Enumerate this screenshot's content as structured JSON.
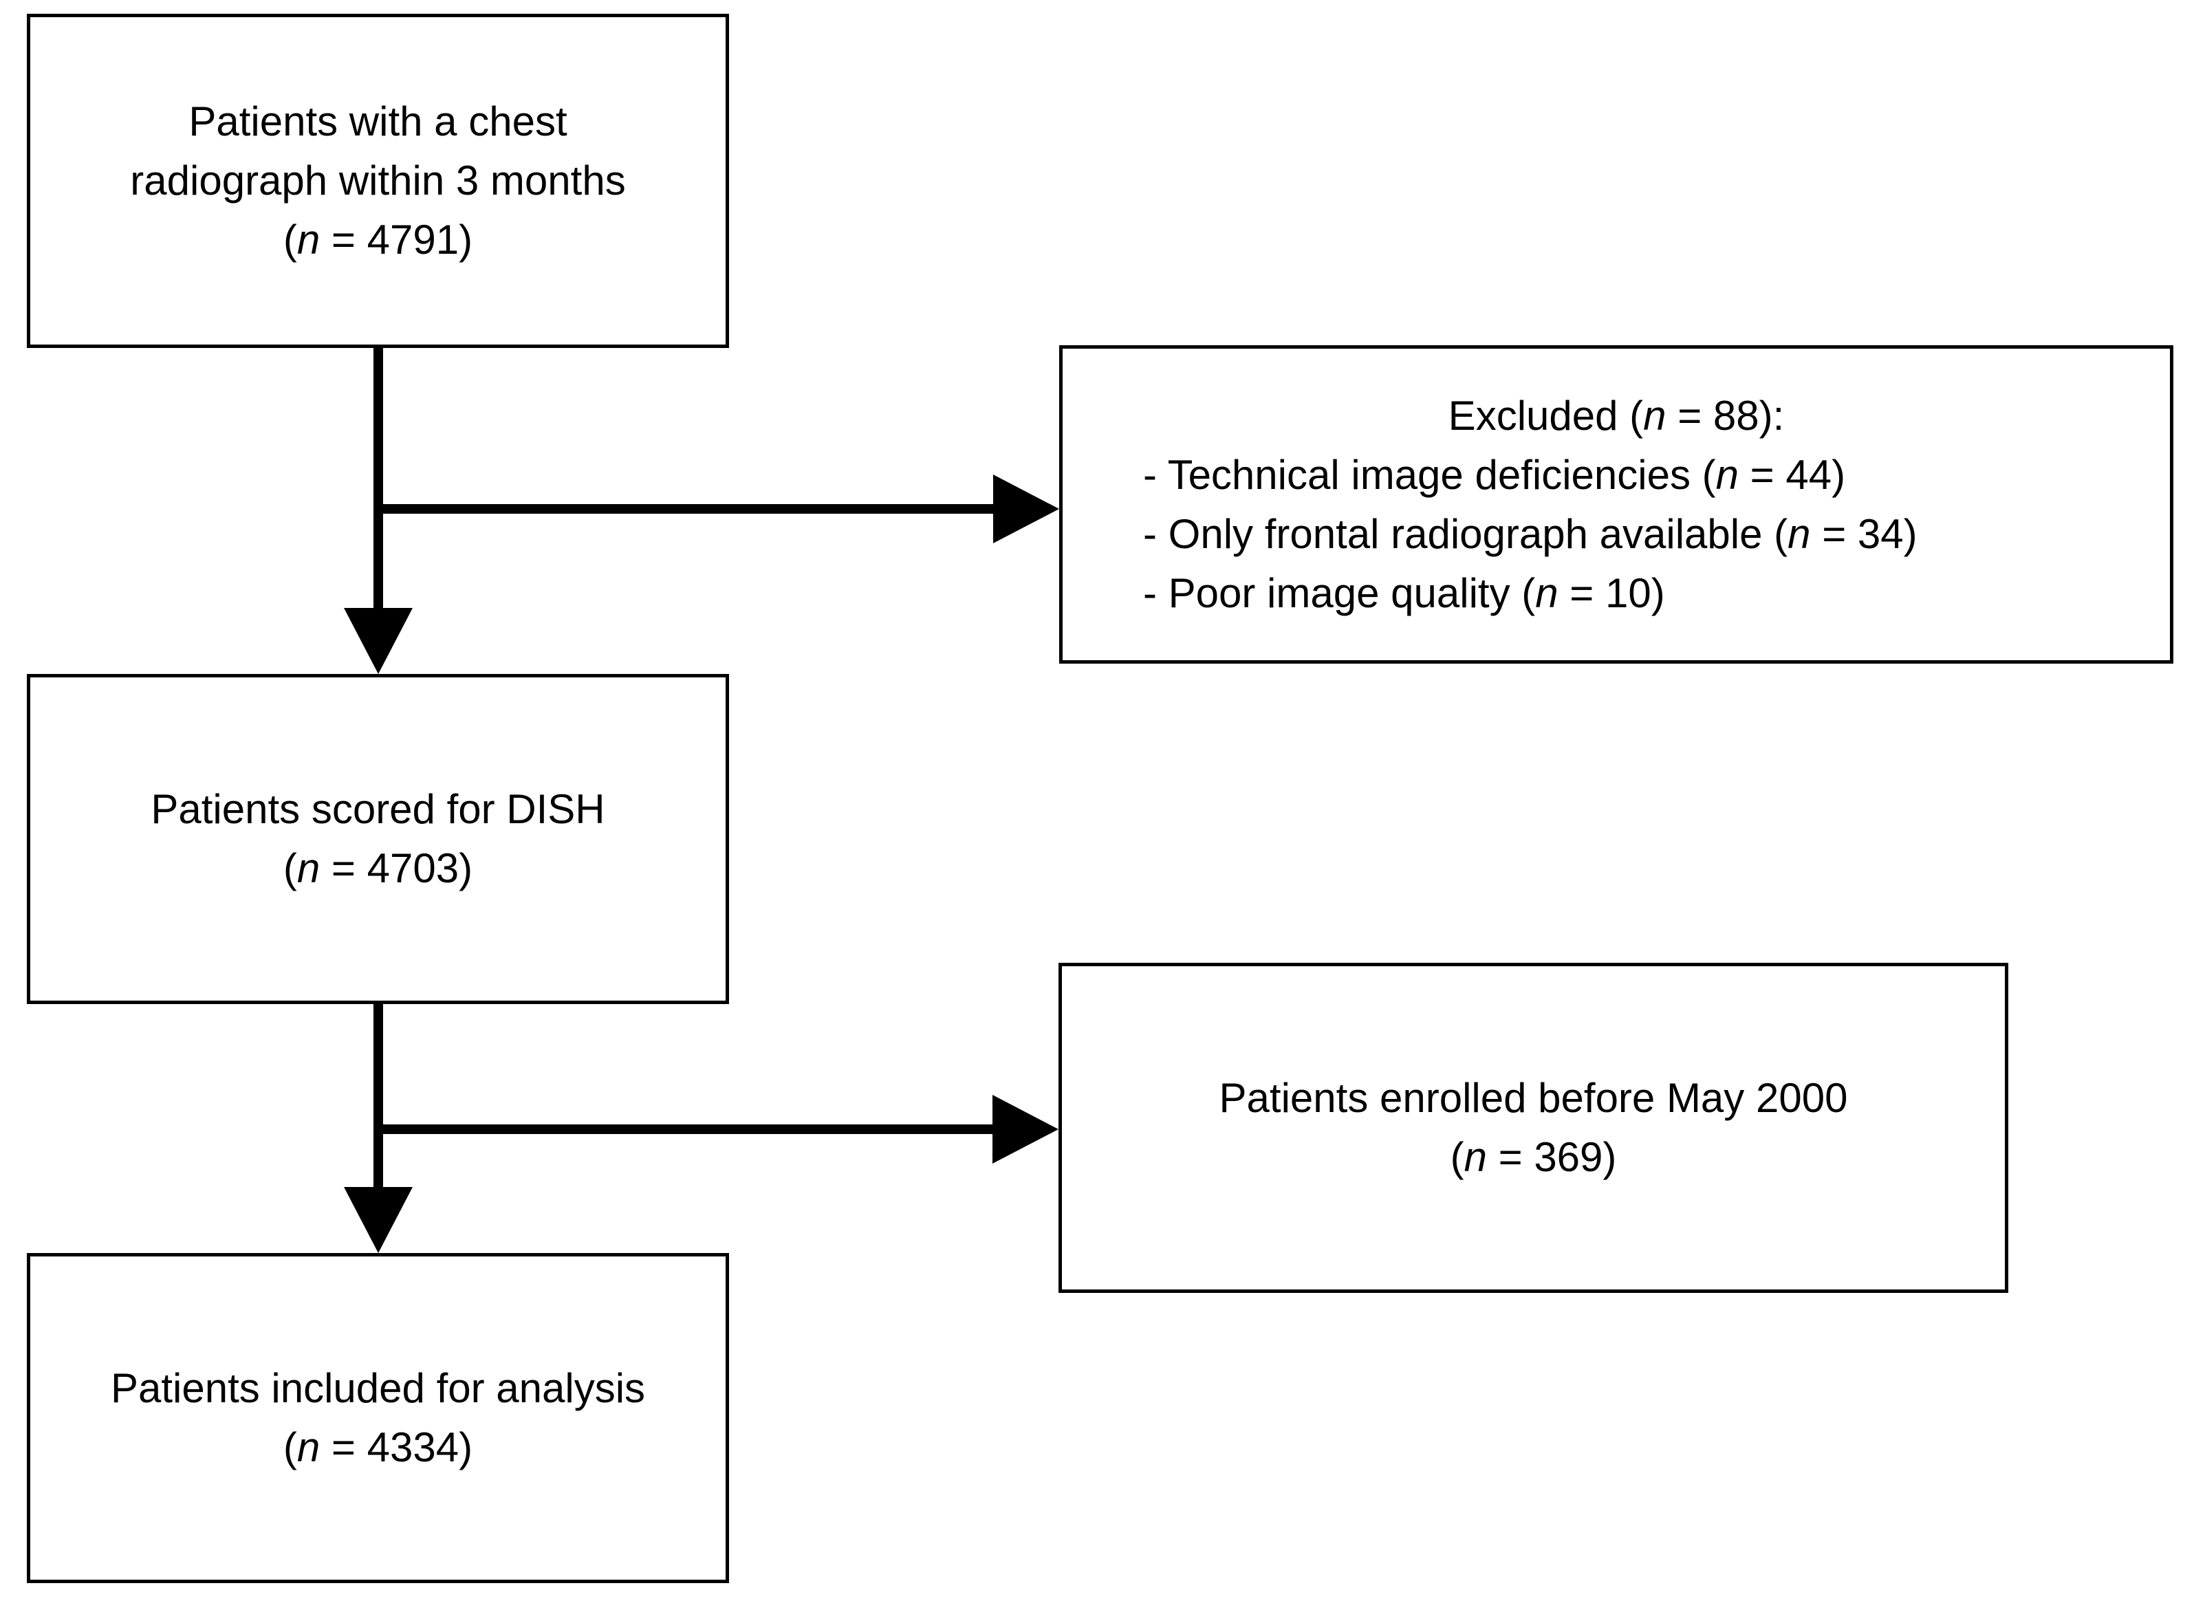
{
  "figure": {
    "background_color": "#ffffff",
    "line_color": "#000000",
    "boxes": {
      "top": {
        "lines": [
          "Patients with a chest",
          "radiograph within 3 months"
        ],
        "count": {
          "pre": "(",
          "var": "n",
          "post": " = 4791)"
        }
      },
      "excluded": {
        "title": {
          "pre": "Excluded (",
          "var": "n",
          "post": " = 88):"
        },
        "items": [
          {
            "pre": "- Technical image deficiencies (",
            "var": "n",
            "post": " = 44)"
          },
          {
            "pre": "- Only frontal radiograph available (",
            "var": "n",
            "post": " = 34)"
          },
          {
            "pre": "- Poor image quality (",
            "var": "n",
            "post": " = 10)"
          }
        ]
      },
      "scored": {
        "lines": [
          "Patients scored for DISH"
        ],
        "count": {
          "pre": "(",
          "var": "n",
          "post": " = 4703)"
        }
      },
      "enrolled": {
        "lines": [
          "Patients enrolled before May 2000"
        ],
        "count": {
          "pre": "(",
          "var": "n",
          "post": " = 369)"
        }
      },
      "included": {
        "lines": [
          "Patients included for analysis"
        ],
        "count": {
          "pre": "(",
          "var": "n",
          "post": " = 4334)"
        }
      }
    }
  }
}
